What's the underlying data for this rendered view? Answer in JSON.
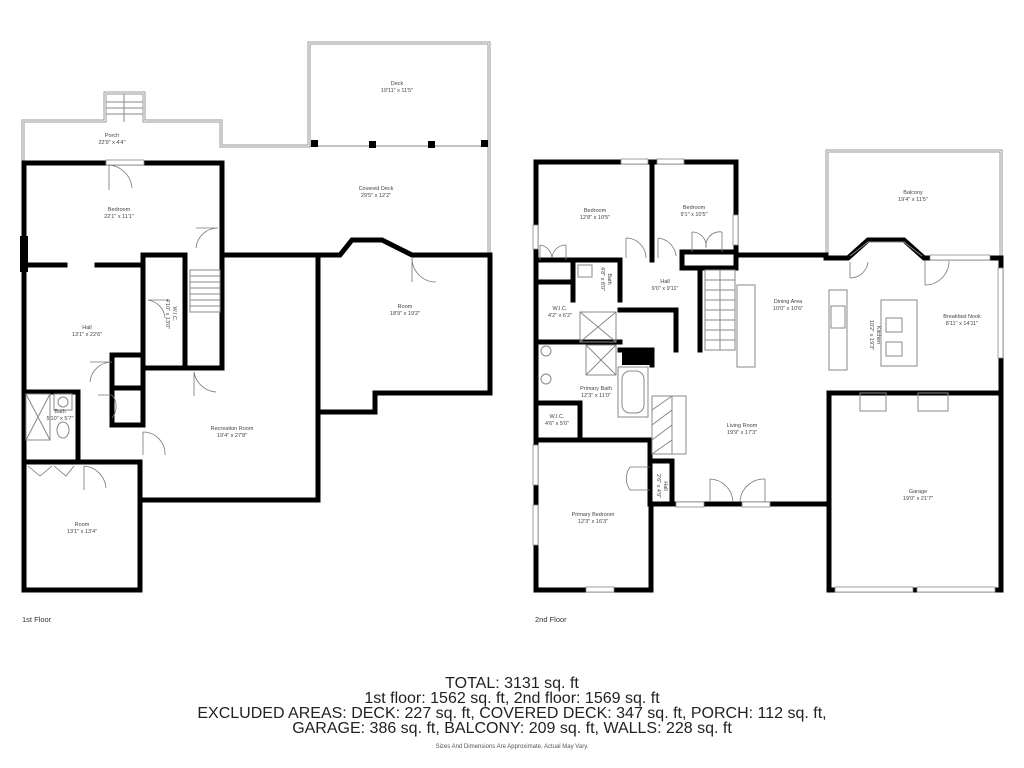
{
  "floors": [
    {
      "label": "1st Floor",
      "rooms": [
        {
          "name": "Porch",
          "dims": "22'9\" x 4'4\""
        },
        {
          "name": "Deck",
          "dims": "19'11\" x 11'5\""
        },
        {
          "name": "Covered Deck",
          "dims": "29'5\" x 12'2\""
        },
        {
          "name": "Bedroom",
          "dims": "22'1\" x 11'1\""
        },
        {
          "name": "Hall",
          "dims": "13'1\" x 22'6\""
        },
        {
          "name": "W.I.C.",
          "dims": "4'10\" x 13'0\""
        },
        {
          "name": "Room",
          "dims": "18'9\" x 19'2\""
        },
        {
          "name": "Bath",
          "dims": "5'10\" x 5'7\""
        },
        {
          "name": "Recreation Room",
          "dims": "19'4\" x 27'8\""
        },
        {
          "name": "Room",
          "dims": "13'1\" x 13'4\""
        }
      ]
    },
    {
      "label": "2nd Floor",
      "rooms": [
        {
          "name": "Bedroom",
          "dims": "12'8\" x 10'5\""
        },
        {
          "name": "Bedroom",
          "dims": "9'1\" x 10'5\""
        },
        {
          "name": "Balcony",
          "dims": "19'4\" x 11'5\""
        },
        {
          "name": "Bath",
          "dims": "4'8\" x 8'0\""
        },
        {
          "name": "Hall",
          "dims": "9'0\" x 9'11\""
        },
        {
          "name": "W.I.C.",
          "dims": "4'2\" x 6'2\""
        },
        {
          "name": "Dining Area",
          "dims": "10'0\" x 10'6\""
        },
        {
          "name": "Kitchen",
          "dims": "10'2\" x 19'3\""
        },
        {
          "name": "Breakfast Nook",
          "dims": "8'11\" x 14'11\""
        },
        {
          "name": "Primary Bath",
          "dims": "12'3\" x 11'0\""
        },
        {
          "name": "W.I.C.",
          "dims": "4'6\" x 5'0\""
        },
        {
          "name": "Living Room",
          "dims": "19'9\" x 17'3\""
        },
        {
          "name": "Hall",
          "dims": "2'6\" x 4'9\""
        },
        {
          "name": "Primary Bedroom",
          "dims": "12'3\" x 16'3\""
        },
        {
          "name": "Garage",
          "dims": "19'0\" x 21'7\""
        }
      ]
    }
  ],
  "summary": {
    "total": "TOTAL: 3131 sq. ft",
    "floors": "1st floor: 1562 sq. ft, 2nd floor: 1569 sq. ft",
    "excluded_1": "EXCLUDED AREAS: DECK: 227 sq. ft, COVERED DECK: 347 sq. ft, PORCH: 112 sq. ft,",
    "excluded_2": "GARAGE: 386 sq. ft, BALCONY: 209 sq. ft, WALLS: 228 sq. ft",
    "disclaimer": "Sizes And Dimensions Are Approximate, Actual May Vary."
  }
}
